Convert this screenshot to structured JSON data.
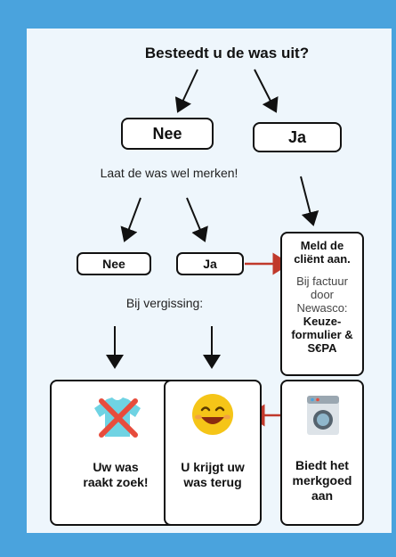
{
  "question": "Besteedt u de was uit?",
  "options_top": {
    "nee": "Nee",
    "ja": "Ja"
  },
  "note": "Laat de was wel merken!",
  "options_mid": {
    "nee": "Nee",
    "ja": "Ja"
  },
  "mistake_label": "Bij vergissing:",
  "meld_box": {
    "title_line1": "Meld de",
    "title_line2": "cliënt aan.",
    "line1": "Bij factuur",
    "line2": "door",
    "line3": "Newasco:",
    "bold1": "Keuze-",
    "bold2": "formulier &",
    "bold3": "S€PA"
  },
  "cards": {
    "lost": {
      "line1": "Uw was",
      "line2": "raakt zoek!",
      "icon": "crossed-shirt-icon"
    },
    "back": {
      "line1": "U krijgt uw",
      "line2": "was terug",
      "icon": "smiley-icon"
    },
    "offer": {
      "line1": "Biedt het",
      "line2": "merkgoed",
      "line3": "aan",
      "icon": "washing-machine-icon"
    }
  },
  "colors": {
    "background": "#4aa3dd",
    "panel": "#eef6fc",
    "red_arrow": "#c0392b",
    "cross": "#e74c3c",
    "shirt": "#6fd3e3",
    "smiley": "#f5c518"
  }
}
